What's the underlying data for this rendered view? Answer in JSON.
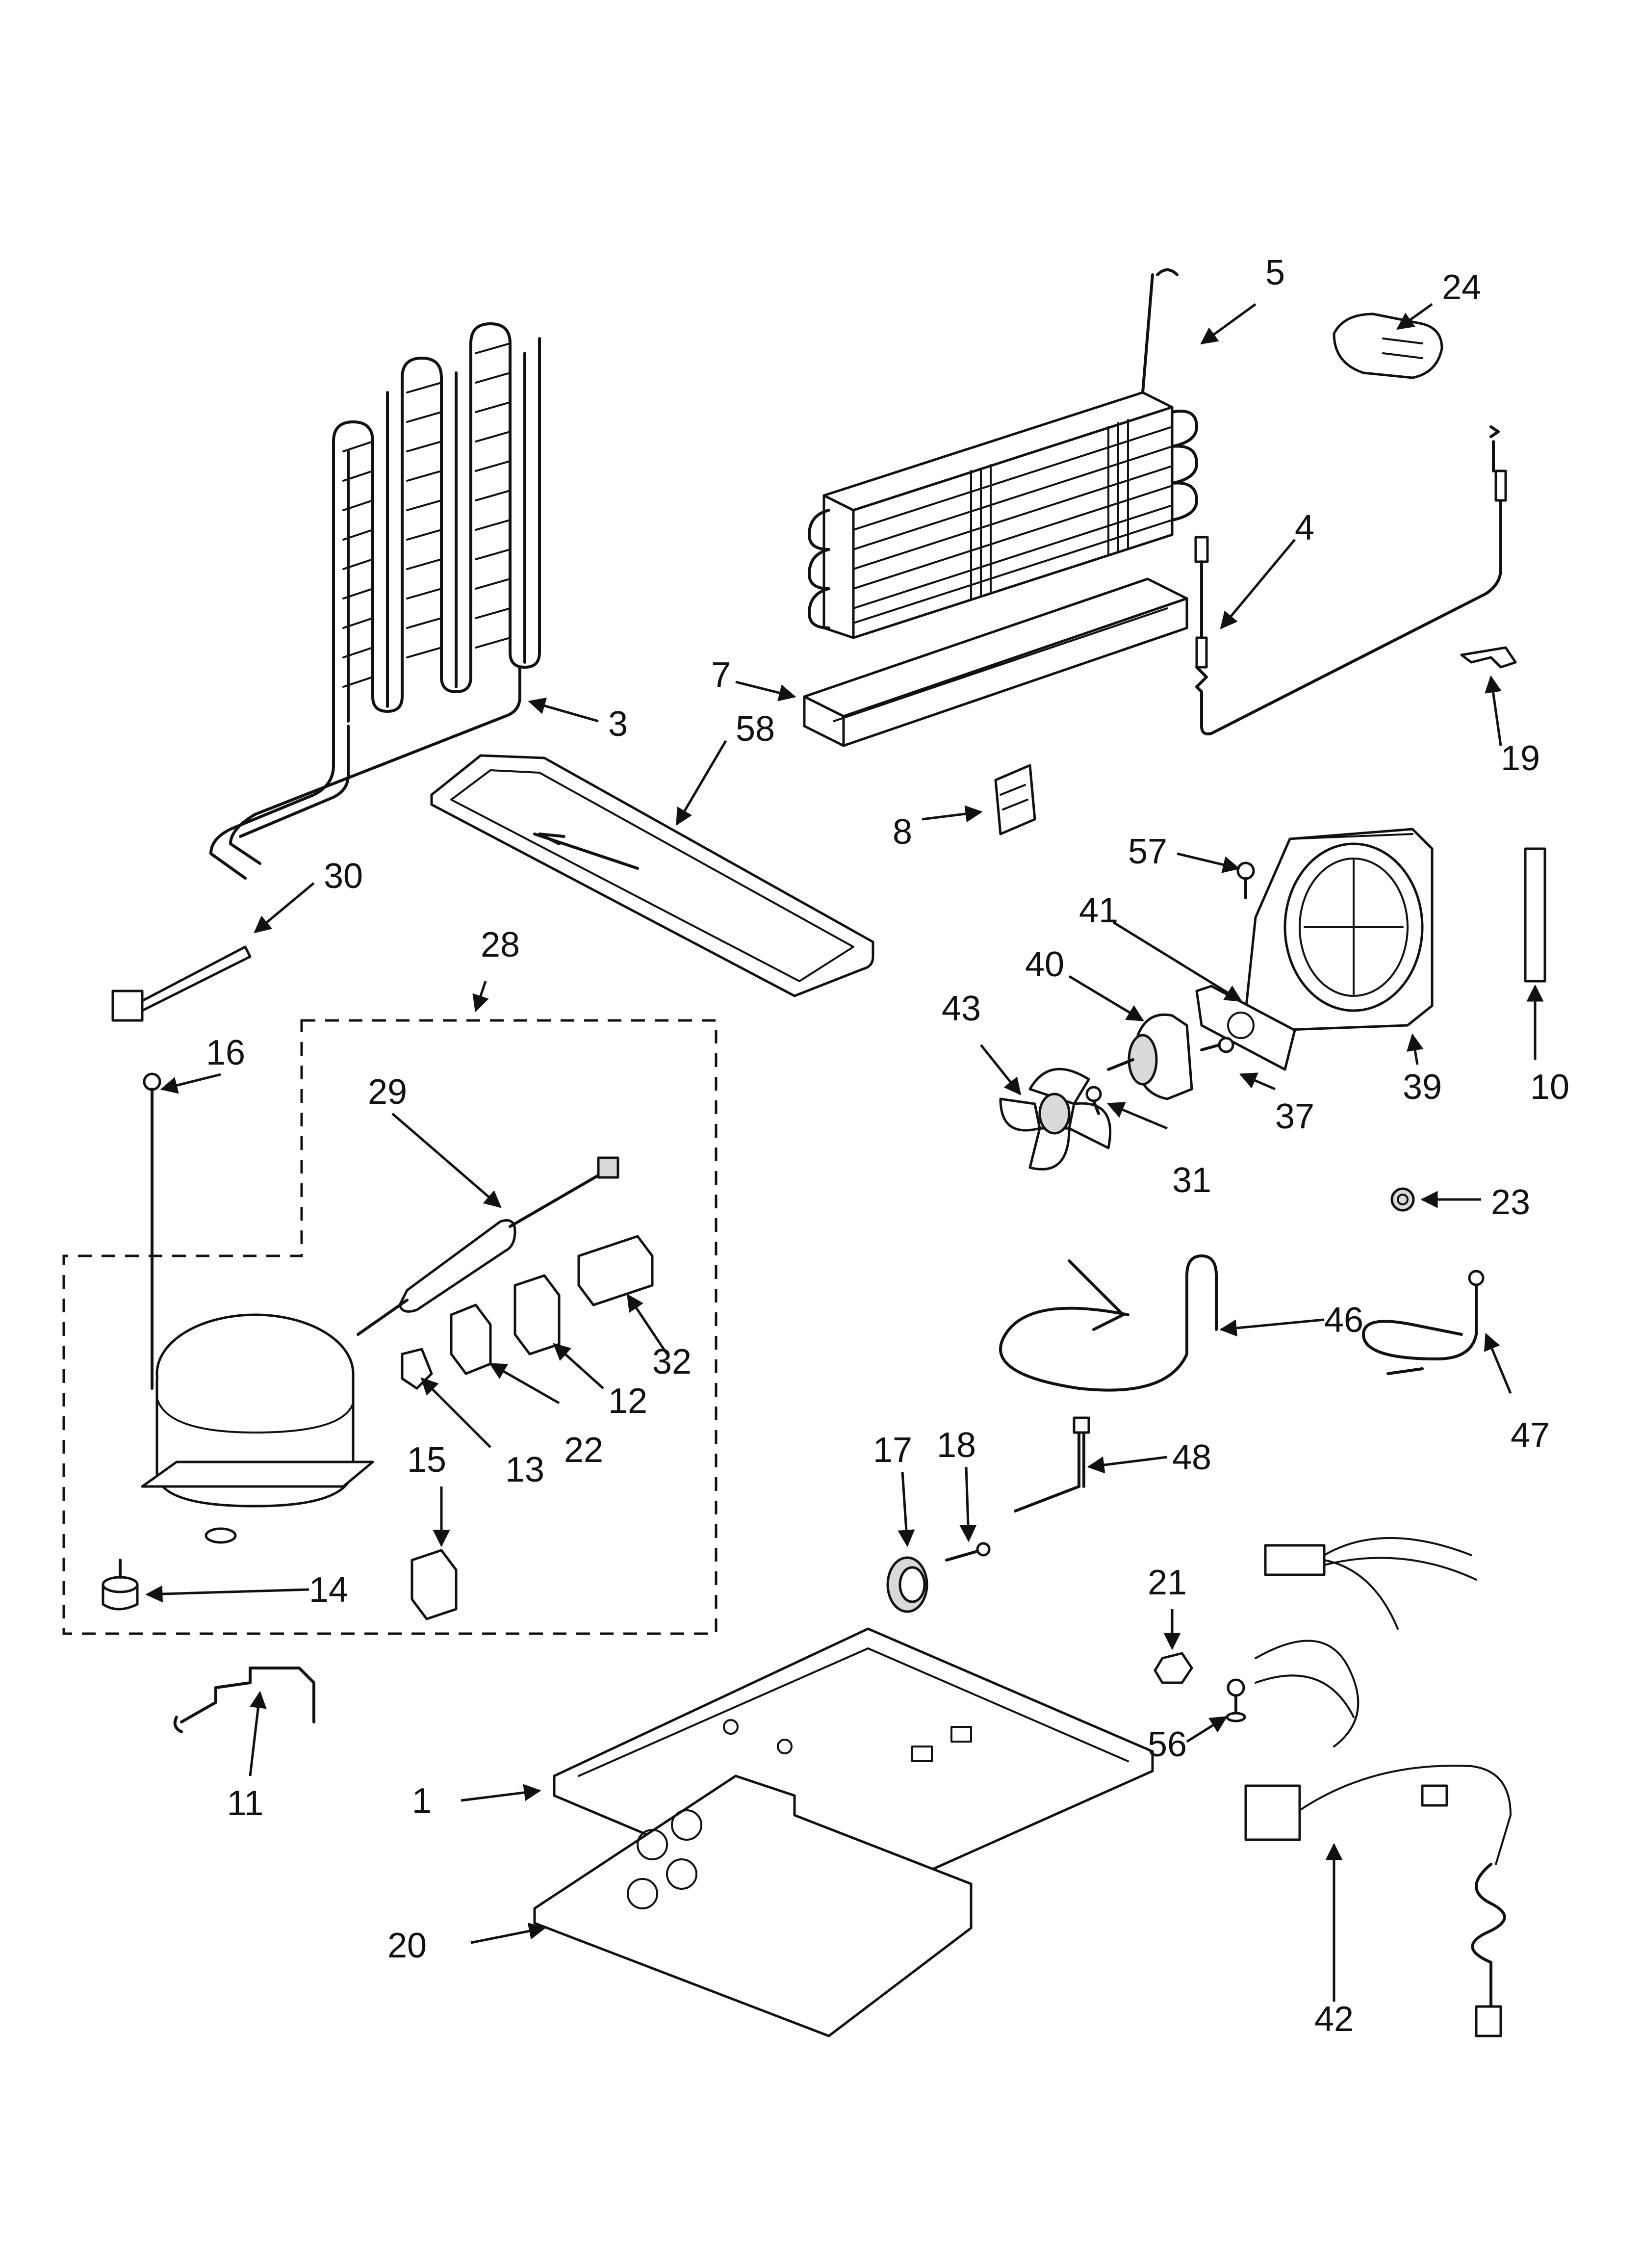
{
  "diagram": {
    "callouts": [
      "1",
      "3",
      "4",
      "5",
      "7",
      "8",
      "10",
      "11",
      "12",
      "13",
      "14",
      "15",
      "16",
      "17",
      "18",
      "19",
      "20",
      "21",
      "22",
      "23",
      "24",
      "28",
      "29",
      "30",
      "31",
      "32",
      "37",
      "39",
      "40",
      "41",
      "42",
      "43",
      "46",
      "47",
      "48",
      "56",
      "57",
      "58"
    ]
  }
}
